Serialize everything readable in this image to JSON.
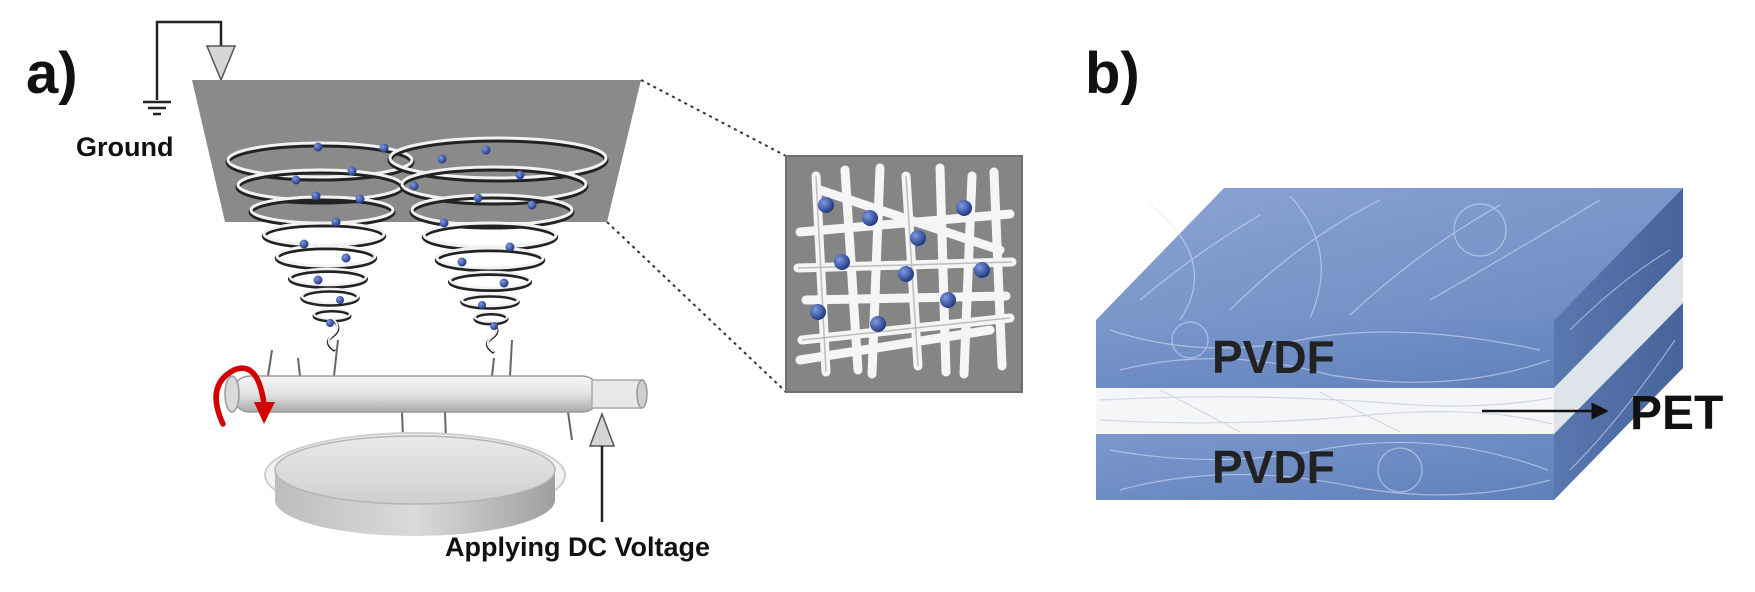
{
  "panel_a": {
    "letter": "a)",
    "ground_label": "Ground",
    "voltage_label": "Applying DC Voltage"
  },
  "panel_b": {
    "letter": "b)",
    "top_layer": "PVDF",
    "bottom_layer": "PVDF",
    "middle_layer": "PET"
  },
  "colors": {
    "collector_plate": "#8a8a8a",
    "inset_bg": "#858585",
    "bead": "#2d4a9a",
    "fiber": "#f2f2f2",
    "pvdf_blue": "#6f8fc6",
    "pet_white": "#f4f6f8",
    "rotation_arrow": "#d40000"
  }
}
